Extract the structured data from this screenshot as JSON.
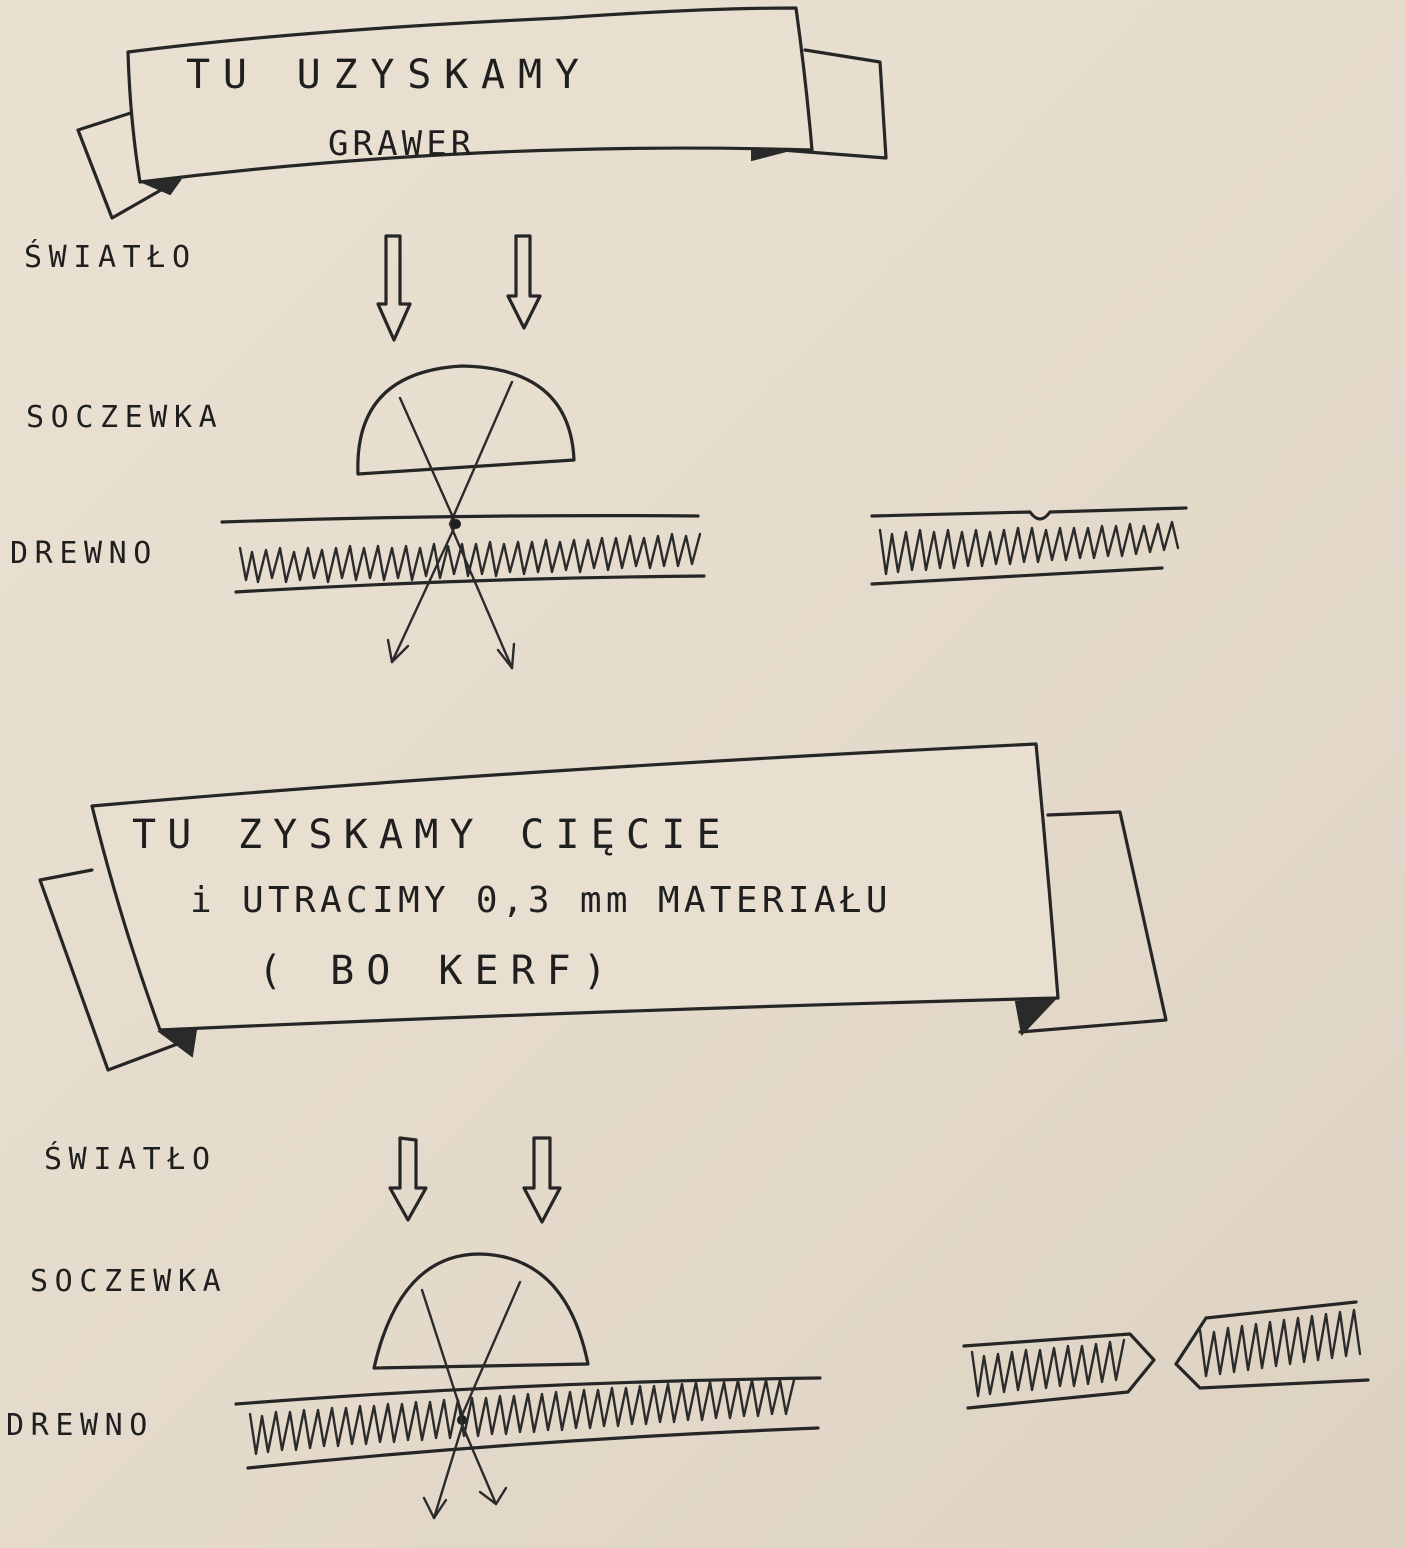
{
  "section1": {
    "banner_line1": "TU UZYSKAMY",
    "banner_line2": "GRAWER",
    "label_light": "ŚWIATŁO",
    "label_lens": "SOCZEWKA",
    "label_wood": "DREWNO"
  },
  "section2": {
    "banner_line1": "TU ZYSKAMY CIĘCIE",
    "banner_line2": "i UTRACIMY 0,3 mm MATERIAŁU",
    "banner_line3": "( BO KERF)",
    "label_light": "ŚWIATŁO",
    "label_lens": "SOCZEWKA",
    "label_wood": "DREWNO"
  },
  "colors": {
    "paper": "#e6dccd",
    "ink": "#262626"
  }
}
